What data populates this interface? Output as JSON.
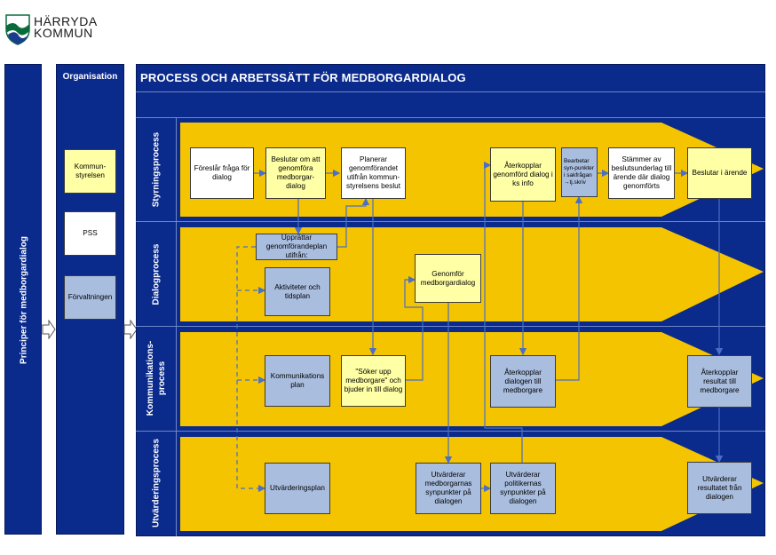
{
  "logo": {
    "line1": "HÄRRYDA",
    "line2": "KOMMUN"
  },
  "principles": {
    "label": "Principer för medborgardialog"
  },
  "organisation": {
    "title": "Organisation",
    "items": [
      "Kommun-\nstyrelsen",
      "PSS",
      "Förvaltningen"
    ]
  },
  "main": {
    "title": "PROCESS OCH ARBETSSÄTT FÖR MEDBORGARDIALOG"
  },
  "rows": {
    "styrning": "Styrningsprocess",
    "dialog": "Dialogprocess",
    "kommunikation": "Kommunikations-\nprocess",
    "utvardering": "Utvärderingsprocess"
  },
  "boxes": {
    "foreslar": "Föreslår fråga för dialog",
    "beslutar_genomfora": "Beslutar om att genomföra medborgar-dialog",
    "planerar": "Planerar genomförandet utifrån kommun-styrelsens beslut",
    "aterkopplar_ks": "Återkopplar genomförd dialog i ks info",
    "bearbetar": "Bearbetar syn-punkter i sakfrågan →tj.skriv",
    "stammer": "Stämmer av beslutsunderlag till ärende där dialog genomförts",
    "beslutar_arende": "Beslutar i ärende",
    "upprattar": "Upprättar genomförandeplan utifrån:",
    "aktiviteter": "Aktiviteter och tidsplan",
    "genomfor": "Genomför medborgardialog",
    "kommplan": "Kommunikations plan",
    "soker": "\"Söker upp medborgare\" och bjuder in till dialog",
    "aterkopplar_dialog": "Återkopplar dialogen till medborgare",
    "aterkopplar_resultat": "Återkopplar resultat till medborgare",
    "utvplan": "Utvärderingsplan",
    "utv_medborgare": "Utvärderar medborgarnas synpunkter på dialogen",
    "utv_politiker": "Utvärderar politikernas synpunkter på dialogen",
    "utv_resultat": "Utvärderar resultatet från dialogen"
  },
  "colors": {
    "navy": "#0a2a8c",
    "band_yellow": "#f5c400",
    "box_yellow": "#ffffa6",
    "box_blue": "#a9bddf",
    "arrow_blue": "#4a6fc4"
  }
}
